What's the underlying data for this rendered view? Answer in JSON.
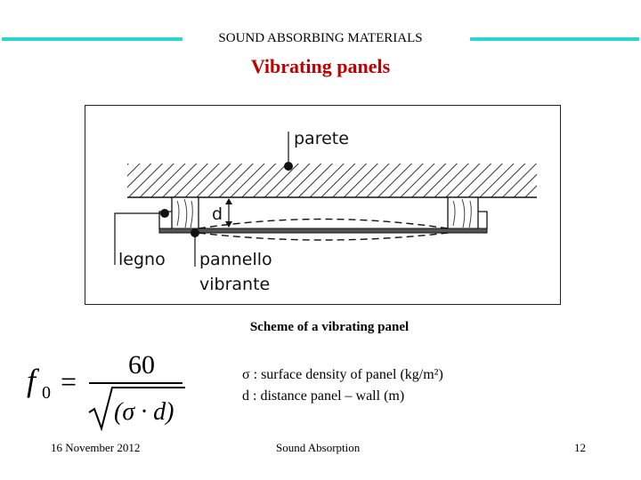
{
  "header": {
    "title": "SOUND ABSORBING MATERIALS",
    "accent_color": "#2ad4d0"
  },
  "slide": {
    "title": "Vibrating panels",
    "title_color": "#c00000"
  },
  "figure": {
    "labels": {
      "wall": "parete",
      "distance": "d",
      "wood": "legno",
      "panel_line1": "pannello",
      "panel_line2": "vibrante"
    },
    "caption": "Scheme of a vibrating panel"
  },
  "formula": {
    "lhs": "f",
    "lhs_sub": "0",
    "equals": "=",
    "numerator": "60",
    "denominator": "(σ · d)"
  },
  "legend": {
    "sigma_line": "σ : surface density of panel  (kg/m²)",
    "d_line": "d : distance panel – wall (m)"
  },
  "footer": {
    "date": "16 November 2012",
    "center": "Sound Absorption",
    "page": "12"
  }
}
